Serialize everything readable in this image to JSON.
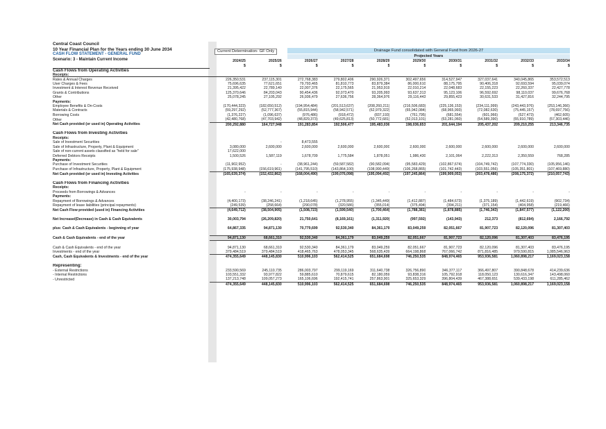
{
  "header": {
    "org": "Central Coast Council",
    "title": "10 Year Financial Plan for the Years ending 30 June 2034",
    "subtitle": "CASH FLOW STATEMENT - GENERAL FUND",
    "scenario": "Scenario: 3 - Maintain Current Income",
    "current_determination": "Current Determination- GF Only",
    "blue_banner": "Drainage Fund consolidated with General Fund from 2026-27",
    "projected": "Projected Years",
    "years": [
      "2024/25",
      "2025/26",
      "2026/27",
      "2027/28",
      "2028/29",
      "2029/30",
      "2030/31",
      "2031/32",
      "2032/33",
      "2033/34"
    ],
    "unit": "$"
  },
  "rows": [
    {
      "type": "sec",
      "label": "Cash Flows from Operating Activities"
    },
    {
      "type": "sub",
      "label": "Receipts:"
    },
    {
      "type": "row",
      "label": "Rates & Annual Charges",
      "v": [
        "226,350,531",
        "237,115,301",
        "272,768,383",
        "279,802,406",
        "290,926,371",
        "302,497,656",
        "314,527,947",
        "327,037,641",
        "340,045,865",
        "353,572,513"
      ]
    },
    {
      "type": "row",
      "label": "User Charges & Fees",
      "v": [
        "75,696,635",
        "77,621,651",
        "79,793,465",
        "81,810,773",
        "83,879,384",
        "86,000,610",
        "88,175,795",
        "90,406,318",
        "92,693,594",
        "95,039,074"
      ]
    },
    {
      "type": "row",
      "label": "Investment & Interest Revenue Received",
      "v": [
        "21,395,422",
        "22,789,140",
        "22,007,376",
        "22,175,565",
        "21,953,919",
        "22,010,214",
        "22,048,683",
        "22,155,223",
        "22,260,337",
        "22,427,778"
      ]
    },
    {
      "type": "row",
      "label": "Grants & Contributions",
      "v": [
        "125,370,646",
        "84,203,043",
        "90,454,436",
        "92,073,470",
        "93,205,993",
        "93,637,313",
        "95,123,106",
        "96,592,692",
        "98,110,037",
        "99,676,768"
      ]
    },
    {
      "type": "row",
      "label": "Other",
      "v": [
        "25,078,245",
        "27,105,292",
        "26,936,479",
        "27,636,756",
        "28,364,976",
        "29,116,443",
        "29,855,423",
        "30,631,533",
        "31,427,816",
        "32,244,795"
      ]
    },
    {
      "type": "sub",
      "label": "Payments:"
    },
    {
      "type": "row",
      "label": "Employee Benefits & On-Costs",
      "v": [
        "(170,444,323)",
        "(182,650,512)",
        "(194,954,484)",
        "(201,513,637)",
        "(208,260,211)",
        "(216,506,683)",
        "(225,136,153)",
        "(234,111,999)",
        "(243,443,976)",
        "(253,146,366)"
      ]
    },
    {
      "type": "row",
      "label": "Materials & Contracts",
      "v": [
        "(59,297,292)",
        "(52,777,367)",
        "(55,815,944)",
        "(58,942,571)",
        "(62,979,322)",
        "(65,942,084)",
        "(68,965,993)",
        "(72,082,630)",
        "(75,445,157)",
        "(78,697,756)"
      ]
    },
    {
      "type": "row",
      "label": "Borrowing Costs",
      "v": [
        "(1,376,227)",
        "(1,096,637)",
        "(976,486)",
        "(918,472)",
        "(837,193)",
        "(761,795)",
        "(681,554)",
        "(601,966)",
        "(527,473)",
        "(462,605)"
      ]
    },
    {
      "type": "row",
      "label": "Other",
      "v": [
        "(42,480,768)",
        "(47,703,942)",
        "(48,829,373)",
        "(49,625,813)",
        "(50,772,681)",
        "(52,013,101)",
        "(53,281,060)",
        "(54,589,390)",
        "(55,910,789)",
        "(57,303,446)"
      ]
    },
    {
      "type": "tot",
      "label": "Net Cash provided (or used in) Operating Activities",
      "v": [
        "200,292,880",
        "164,727,948",
        "191,283,854",
        "192,506,477",
        "195,483,036",
        "198,036,653",
        "201,644,194",
        "205,437,202",
        "209,210,255",
        "213,346,735"
      ]
    },
    {
      "type": "gap"
    },
    {
      "type": "sec",
      "label": "Cash Flows from Investing Activities"
    },
    {
      "type": "sub",
      "label": "Receipts:"
    },
    {
      "type": "row",
      "label": "Sale of Investment Securities",
      "v": [
        "",
        "-",
        "8,473,555",
        "",
        "",
        "",
        "",
        "",
        "",
        ""
      ]
    },
    {
      "type": "row",
      "label": "Sale of Infrastructure, Property, Plant & Equipment",
      "v": [
        "3,080,000",
        "2,600,000",
        "2,600,000",
        "2,600,000",
        "2,600,000",
        "2,600,000",
        "2,600,000",
        "2,600,000",
        "2,600,000",
        "2,600,000"
      ]
    },
    {
      "type": "row",
      "label": "Sale of non-current assets classified as \"held for sale\"",
      "v": [
        "17,622,000",
        "",
        "",
        "",
        "",
        "",
        "",
        "",
        "",
        ""
      ]
    },
    {
      "type": "row",
      "label": "Deferred Debtors Receipts",
      "v": [
        "1,500,526",
        "1,587,119",
        "1,678,709",
        "1,775,584",
        "1,878,051",
        "1,986,430",
        "2,101,064",
        "2,222,313",
        "2,350,559",
        "768,285"
      ]
    },
    {
      "type": "sub",
      "label": "Payments:"
    },
    {
      "type": "row",
      "label": "Purchase of Investment Securities",
      "v": [
        "(11,902,952)",
        "-",
        "(38,961,244)",
        "(59,587,582)",
        "(90,582,094)",
        "(95,583,429)",
        "(102,867,674)",
        "(104,749,742)",
        "(107,774,330)",
        "(105,956,146)"
      ]
    },
    {
      "type": "row",
      "label": "Purchase of Infrastructure, Property, Plant & Equipment",
      "v": [
        "(175,938,948)",
        "(156,619,961)",
        "(141,795,510)",
        "(143,864,100)",
        "(108,990,449)",
        "(106,268,865)",
        "(101,742,443)",
        "(103,551,056)",
        "(105,351,801)",
        "(107,469,880)"
      ]
    },
    {
      "type": "tot",
      "label": "Net Cash provided (or used in) Investing Activities",
      "v": [
        "(165,639,374)",
        "(152,432,862)",
        "(168,004,490)",
        "(199,076,098)",
        "(195,094,492)",
        "(197,245,864)",
        "(199,909,053)",
        "(203,478,486)",
        "(208,175,372)",
        "(210,057,743)"
      ]
    },
    {
      "type": "gap"
    },
    {
      "type": "sec",
      "label": "Cash Flows from Financing Activities"
    },
    {
      "type": "sub",
      "label": "Receipts:"
    },
    {
      "type": "row",
      "label": "Proceeds from Borrowings & Advances",
      "v": [
        "-",
        "-",
        "-",
        "-",
        "-",
        "-",
        "-",
        "-",
        "-",
        "-"
      ]
    },
    {
      "type": "sub",
      "label": "Payments:"
    },
    {
      "type": "row",
      "label": "Repayment of Borrowings & Advances",
      "v": [
        "(4,400,173)",
        "(38,246,241)",
        "(1,218,645)",
        "(1,278,955)",
        "(1,345,449)",
        "(1,412,887)",
        "(1,484,673)",
        "(1,375,189)",
        "(1,442,619)",
        "(902,734)"
      ]
    },
    {
      "type": "row",
      "label": "Repayment of lease liabilities (principal repayments)",
      "v": [
        "(249,539)",
        "(258,664)",
        "(290,078)",
        "(320,586)",
        "(355,014)",
        "(375,494)",
        "(394,211)",
        "(371,154)",
        "(404,958)",
        "(219,466)"
      ]
    },
    {
      "type": "tot",
      "label": "Net Cash Flow provided (used in) Financing Activities",
      "v": [
        "(4,649,712)",
        "(38,504,905)",
        "(1,508,723)",
        "(1,599,540)",
        "(1,700,464)",
        "(1,788,381)",
        "(1,878,885)",
        "(1,746,343)",
        "(1,847,577)",
        "(1,122,200)"
      ]
    },
    {
      "type": "gap"
    },
    {
      "type": "strong",
      "label": "Net Increase/(Decrease) in Cash & Cash Equivalents",
      "v": [
        "30,003,794",
        "(26,209,820)",
        "21,750,641",
        "(8,169,161)",
        "(1,311,920)",
        "(997,592)",
        "(143,943)",
        "212,373",
        "(812,694)",
        "2,166,792"
      ]
    },
    {
      "type": "gap"
    },
    {
      "type": "strong",
      "label": "plus: Cash & Cash Equivalents - beginning of year",
      "v": [
        "64,867,335",
        "94,871,130",
        "70,779,699",
        "92,530,340",
        "84,361,179",
        "83,049,259",
        "82,051,667",
        "81,907,723",
        "82,120,096",
        "81,307,403"
      ]
    },
    {
      "type": "gap"
    },
    {
      "type": "cashend",
      "label": "Cash & Cash Equivalents - end of the year",
      "v": [
        "94,871,130",
        "68,661,310",
        "92,530,340",
        "84,361,179",
        "83,049,259",
        "82,051,667",
        "81,907,723",
        "82,120,096",
        "81,307,403",
        "83,476,195"
      ]
    },
    {
      "type": "biggap"
    },
    {
      "type": "row",
      "label": "Cash & Cash Equivalents - end of the year",
      "v": [
        "94,871,130",
        "68,661,310",
        "92,530,340",
        "84,361,179",
        "83,049,259",
        "82,051,667",
        "81,907,723",
        "82,120,096",
        "81,307,403",
        "83,476,195"
      ]
    },
    {
      "type": "row",
      "label": "Investments - end of the year",
      "v": [
        "379,484,519",
        "379,484,519",
        "418,465,763",
        "478,053,345",
        "568,635,439",
        "664,198,868",
        "767,066,742",
        "871,816,485",
        "979,590,815",
        "1,085,546,963"
      ]
    },
    {
      "type": "tot",
      "label": "Cash, Cash Equivalents & Investments - end of the year",
      "v": [
        "474,355,649",
        "448,145,830",
        "510,996,103",
        "562,414,525",
        "651,684,698",
        "746,250,535",
        "848,974,465",
        "953,936,581",
        "1,060,898,217",
        "1,169,023,158"
      ]
    },
    {
      "type": "gap"
    },
    {
      "type": "sec",
      "label": "Representing:"
    },
    {
      "type": "row",
      "label": "- External Restrictions",
      "v": [
        "233,590,569",
        "245,110,735",
        "286,003,797",
        "299,119,169",
        "311,640,738",
        "326,756,890",
        "346,377,117",
        "366,497,807",
        "390,848,678",
        "414,239,636"
      ]
    },
    {
      "type": "row",
      "label": "- Internal Restrictions",
      "v": [
        "103,551,332",
        "93,977,822",
        "59,885,610",
        "70,879,615",
        "82,180,059",
        "93,838,316",
        "105,792,918",
        "118,050,123",
        "130,616,347",
        "143,498,060"
      ]
    },
    {
      "type": "row",
      "label": "- Unrestricted",
      "v": [
        "137,213,748",
        "109,057,273",
        "165,106,696",
        "192,415,741",
        "257,863,901",
        "325,653,329",
        "396,804,439",
        "467,388,651",
        "539,433,198",
        "611,285,462"
      ]
    },
    {
      "type": "tot",
      "label": "",
      "v": [
        "474,355,649",
        "448,145,830",
        "510,996,103",
        "562,414,525",
        "651,684,698",
        "746,250,535",
        "848,974,465",
        "953,936,581",
        "1,060,898,217",
        "1,169,023,158"
      ]
    }
  ]
}
